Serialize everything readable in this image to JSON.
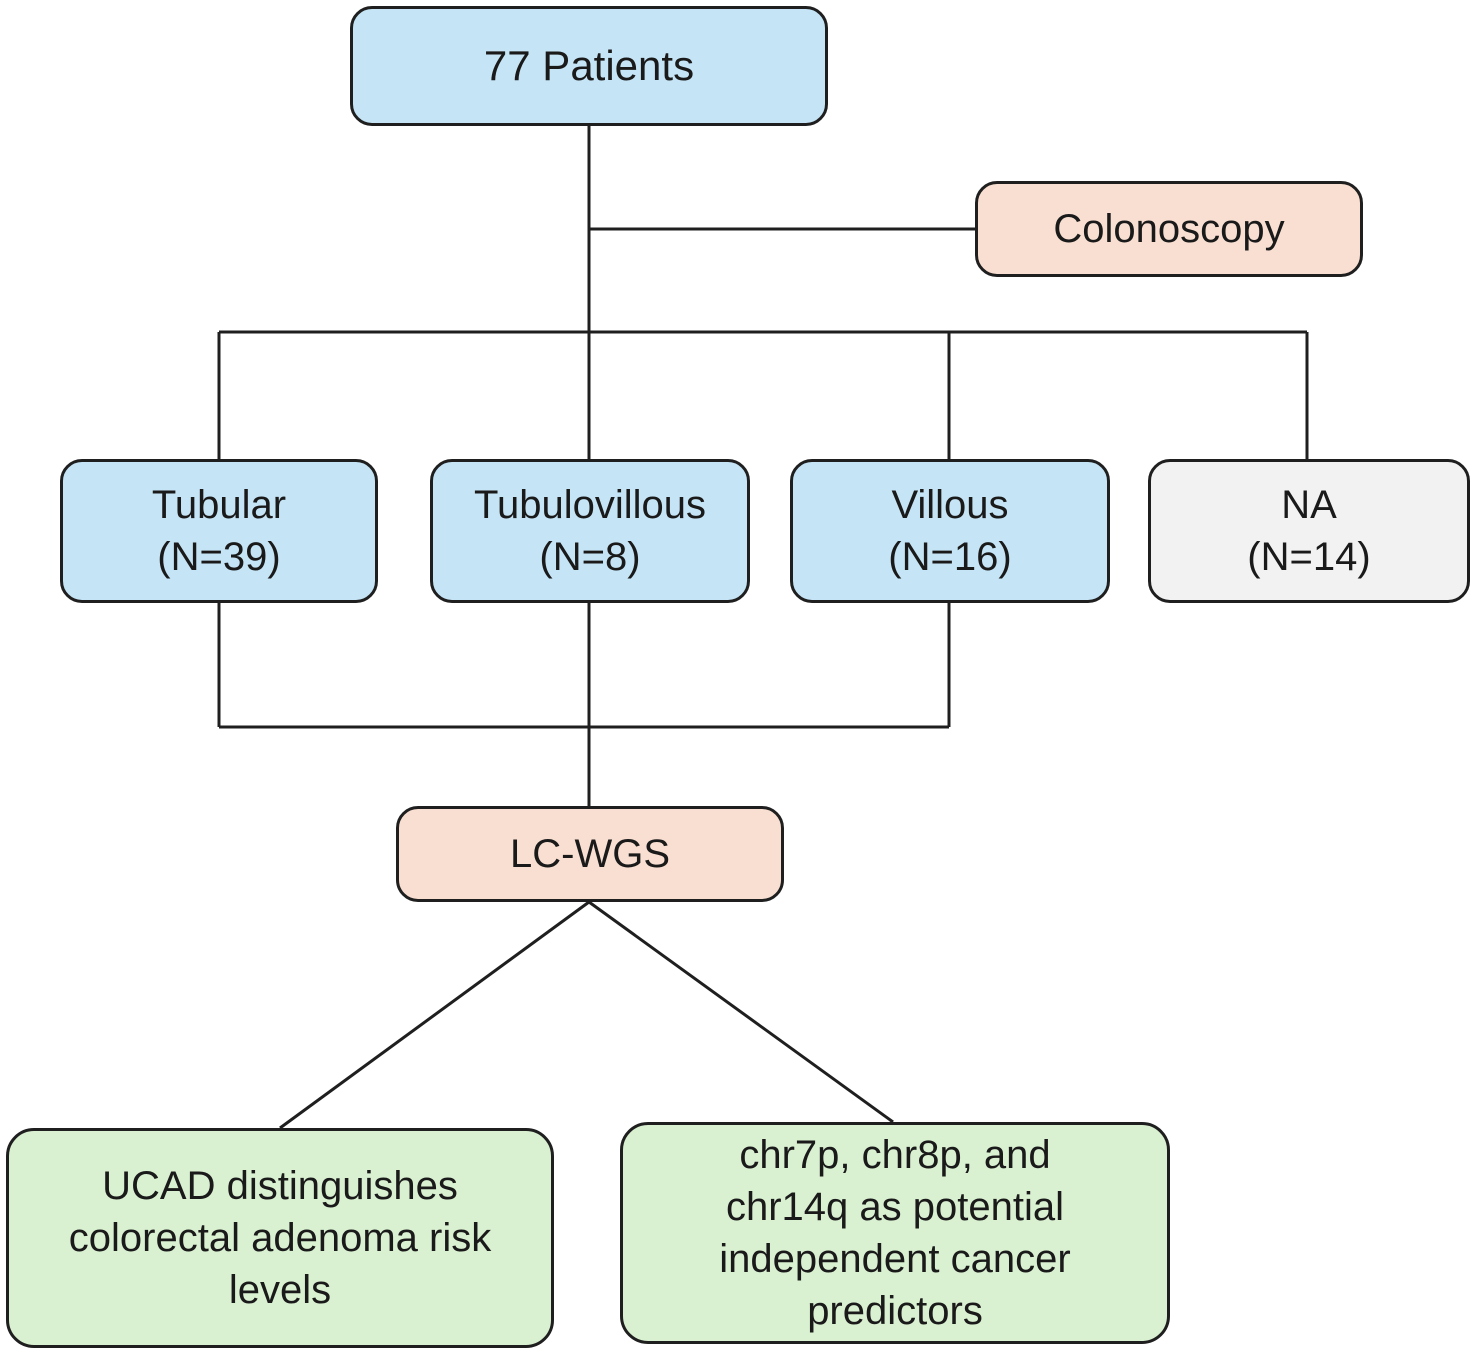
{
  "nodes": {
    "patients": {
      "lines": [
        "77 Patients"
      ]
    },
    "colonoscopy": {
      "lines": [
        "Colonoscopy"
      ]
    },
    "tubular": {
      "lines": [
        "Tubular",
        "(N=39)"
      ]
    },
    "tubulovillous": {
      "lines": [
        "Tubulovillous",
        "(N=8)"
      ]
    },
    "villous": {
      "lines": [
        "Villous",
        "(N=16)"
      ]
    },
    "na": {
      "lines": [
        "NA",
        "(N=14)"
      ]
    },
    "lcwgs": {
      "lines": [
        "LC-WGS"
      ]
    },
    "ucad": {
      "lines": [
        "UCAD distinguishes",
        "colorectal adenoma risk",
        "levels"
      ]
    },
    "chr": {
      "lines": [
        "chr7p, chr8p, and",
        "chr14q as potential",
        "independent cancer",
        "predictors"
      ]
    }
  },
  "colors": {
    "blue_fill": "#c5e4f5",
    "peach_fill": "#f9dfd1",
    "grey_fill": "#f2f2f2",
    "green_fill": "#d9f0d1",
    "stroke": "#1f1f1f"
  }
}
